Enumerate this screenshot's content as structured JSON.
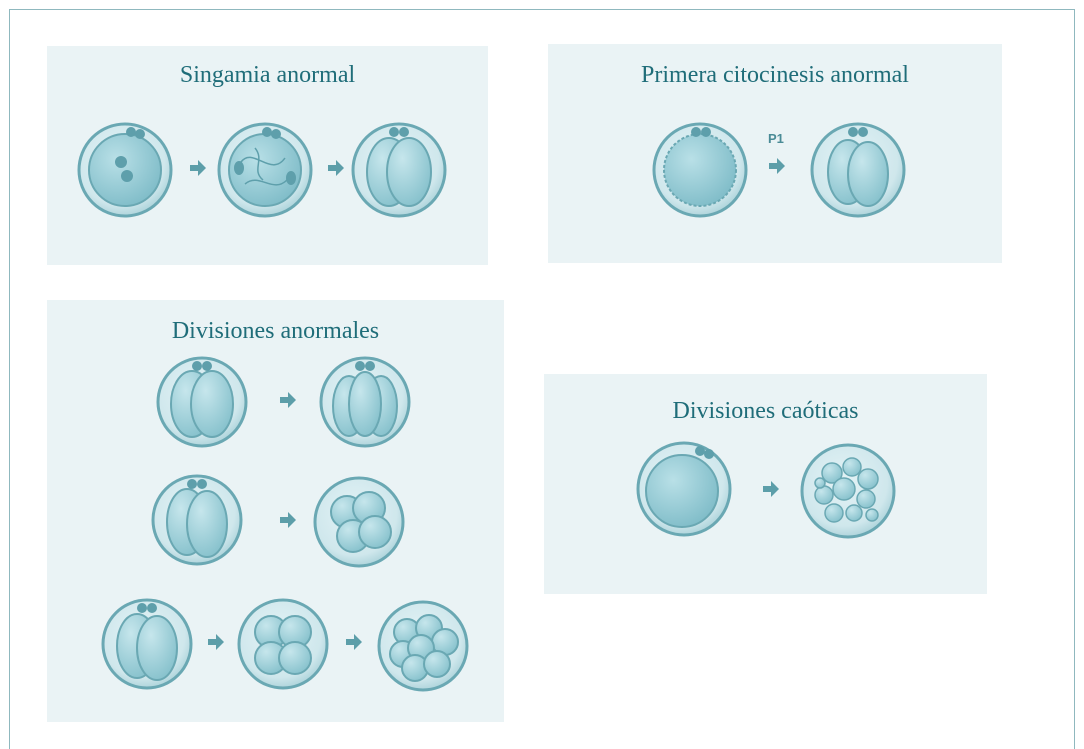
{
  "panels": {
    "singamia": {
      "title": "Singamia anormal"
    },
    "primera": {
      "title": "Primera citocinesis anormal",
      "stage_label": "P1"
    },
    "divisiones": {
      "title": "Divisiones anormales"
    },
    "caoticas": {
      "title": "Divisiones caóticas"
    }
  },
  "colors": {
    "frame": "#8fb8be",
    "panel_bg": "#eaf3f5",
    "title": "#1f6d79",
    "cell": "#8fc6d0",
    "arrow": "#5c9ea9"
  }
}
